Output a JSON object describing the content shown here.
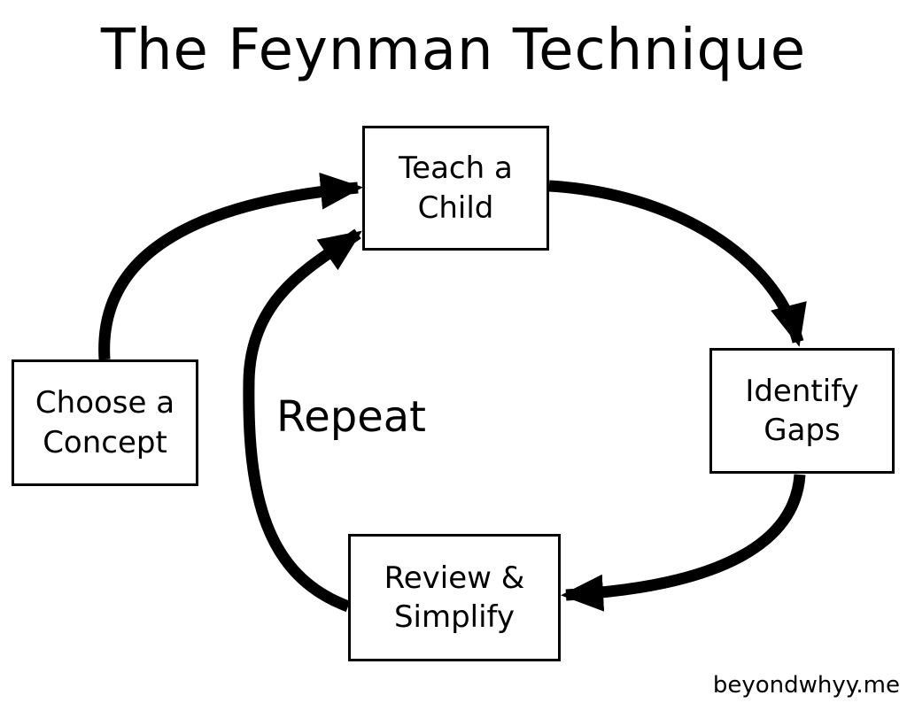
{
  "title": "The Feynman Technique",
  "watermark": "beyondwhyy.me",
  "colors": {
    "ink": "#000000",
    "background": "#ffffff"
  },
  "diagram": {
    "type": "cycle",
    "nodes": {
      "teach": {
        "line1": "Teach a",
        "line2": "Child"
      },
      "choose": {
        "line1": "Choose a",
        "line2": "Concept"
      },
      "identify": {
        "line1": "Identify",
        "line2": "Gaps"
      },
      "review": {
        "line1": "Review &",
        "line2": "Simplify"
      }
    },
    "loop_label": "Repeat",
    "edges": [
      {
        "from": "Choose a Concept",
        "to": "Teach a Child"
      },
      {
        "from": "Teach a Child",
        "to": "Identify Gaps"
      },
      {
        "from": "Identify Gaps",
        "to": "Review & Simplify"
      },
      {
        "from": "Review & Simplify",
        "to": "Teach a Child",
        "label": "Repeat"
      }
    ]
  }
}
